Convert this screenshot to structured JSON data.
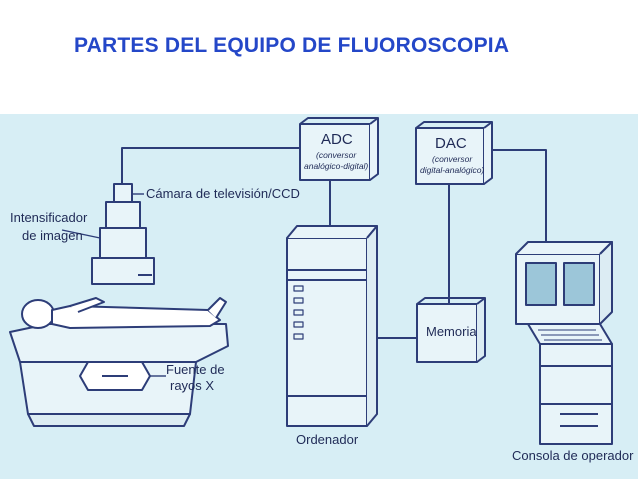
{
  "title": "PARTES DEL EQUIPO DE FLUOROSCOPIA",
  "colors": {
    "title": "#2447c8",
    "panel_bg": "#d7eef5",
    "line": "#2d3d78",
    "device_fill": "#e8f4f9",
    "screen_fill": "#9cc6d9",
    "person_fill": "#ffffff"
  },
  "diagram": {
    "adc": {
      "label": "ADC",
      "sub_line1": "(conversor",
      "sub_line2": "analógico-digital)"
    },
    "dac": {
      "label": "DAC",
      "sub_line1": "(conversor",
      "sub_line2": "digital-analógico)"
    },
    "camera_label": "Cámara de televisión/CCD",
    "intensifier_label_line1": "Intensificador",
    "intensifier_label_line2": "de imagen",
    "xray_label_line1": "Fuente de",
    "xray_label_line2": "rayos X",
    "computer_label": "Ordenador",
    "memory_label": "Memoria",
    "console_label": "Consola de operador"
  }
}
